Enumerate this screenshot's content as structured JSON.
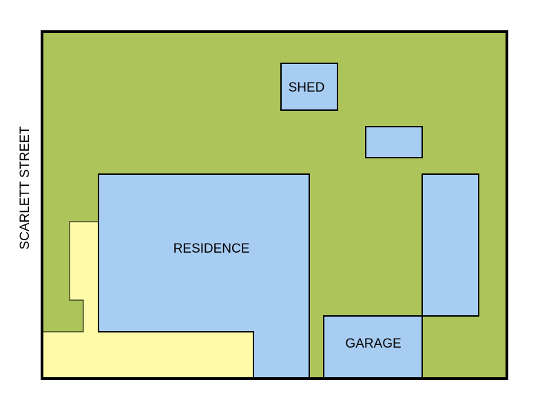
{
  "street": {
    "name": "SCARLETT STREET"
  },
  "buildings": {
    "shed": {
      "label": "SHED"
    },
    "residence": {
      "label": "RESIDENCE"
    },
    "garage": {
      "label": "GARAGE"
    },
    "small_structure": {
      "label": ""
    },
    "side_structure": {
      "label": ""
    }
  },
  "colors": {
    "lot": "#adc45a",
    "building": "#a8cdf2",
    "paved_area": "#fdfba8",
    "outline": "#000000"
  }
}
